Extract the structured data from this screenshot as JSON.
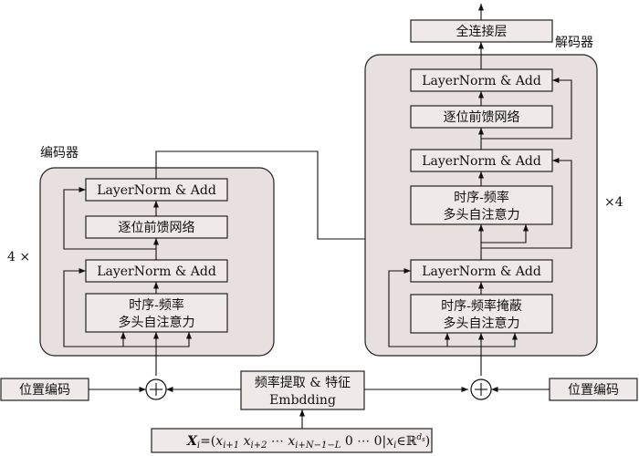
{
  "encoder": {
    "title": "编码器",
    "repeat": "4 ×",
    "blocks": {
      "layernorm_top": "LayerNorm & Add",
      "ffn": "逐位前馈网络",
      "layernorm_bottom": "LayerNorm & Add",
      "attention_line1": "时序-频率",
      "attention_line2": "多头自注意力"
    },
    "pos_encoding": "位置编码"
  },
  "decoder": {
    "title": "解码器",
    "repeat": "×4",
    "fc": "全连接层",
    "blocks": {
      "layernorm_top": "LayerNorm & Add",
      "ffn": "逐位前馈网络",
      "layernorm_mid": "LayerNorm & Add",
      "cross_line1": "时序-频率",
      "cross_line2": "多头自注意力",
      "layernorm_bottom": "LayerNorm & Add",
      "masked_line1": "时序-频率掩蔽",
      "masked_line2": "多头自注意力"
    },
    "pos_encoding": "位置编码"
  },
  "embedding": {
    "line1": "频率提取 & 特征",
    "line2": "Embdding"
  },
  "input_formula": {
    "lhs": "X",
    "lhs_sub": "i",
    "eq": "=(",
    "t1": "x",
    "t1_sub": "i+1",
    "t2": "x",
    "t2_sub": "i+2",
    "dots1": "⋯",
    "t3": "x",
    "t3_sub": "i+N−1−L",
    "zeros": "0 ⋯ 0|",
    "t4": "x",
    "t4_sub": "i",
    "in": "∈",
    "real": "ℝ",
    "real_sup": "d",
    "real_sup_sub": "s",
    "close": ")"
  }
}
